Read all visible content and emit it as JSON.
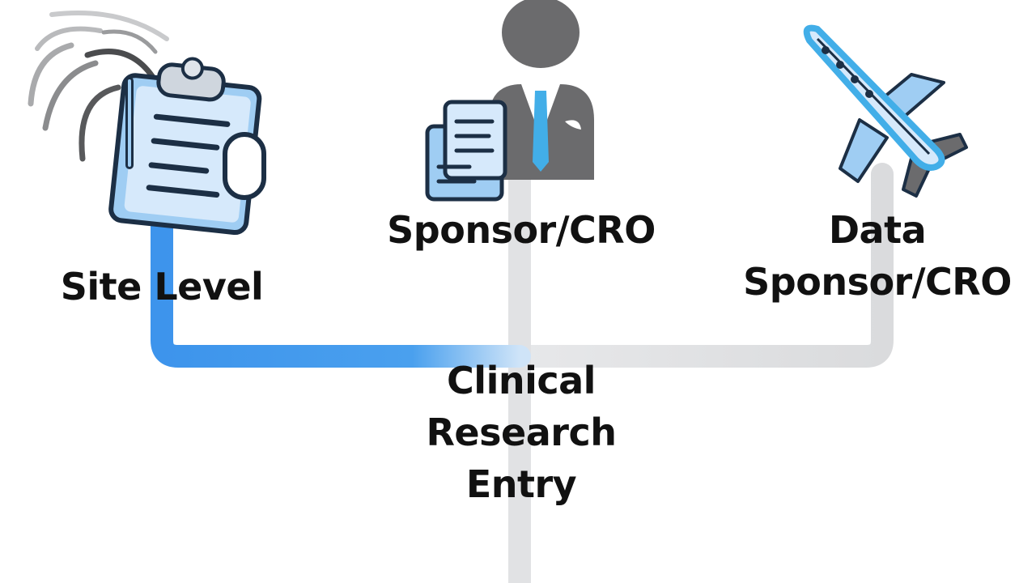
{
  "diagram": {
    "nodes": {
      "site": {
        "label": "Site Level",
        "icon": "clipboard-icon"
      },
      "sponsor": {
        "label": "Sponsor/CRO",
        "icon": "business-person-with-documents-icon"
      },
      "data": {
        "label_line1": "Data",
        "label_line2": "Sponsor/CRO",
        "icon": "airplane-icon"
      },
      "entry": {
        "label_line1": "Clinical",
        "label_line2": "Research",
        "label_line3": "Entry"
      }
    },
    "colors": {
      "active_connector": "#3d94ec",
      "inactive_connector": "#e3e4e6",
      "icon_outline": "#1c2f45",
      "icon_fill_light": "#d6e9fb",
      "icon_fill_mid": "#9fcdf3",
      "person_gray": "#6b6b6d",
      "tie_blue": "#42aee8",
      "label_text": "#111111"
    }
  }
}
